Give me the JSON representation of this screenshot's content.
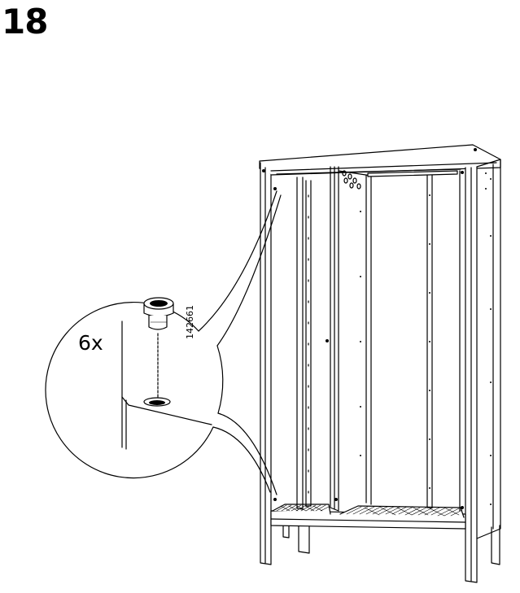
{
  "step": {
    "number": "18"
  },
  "detail": {
    "quantity": "6x",
    "part_number": "142661"
  },
  "colors": {
    "line": "#000000",
    "background": "#ffffff",
    "shade": "#e8e8e8"
  }
}
